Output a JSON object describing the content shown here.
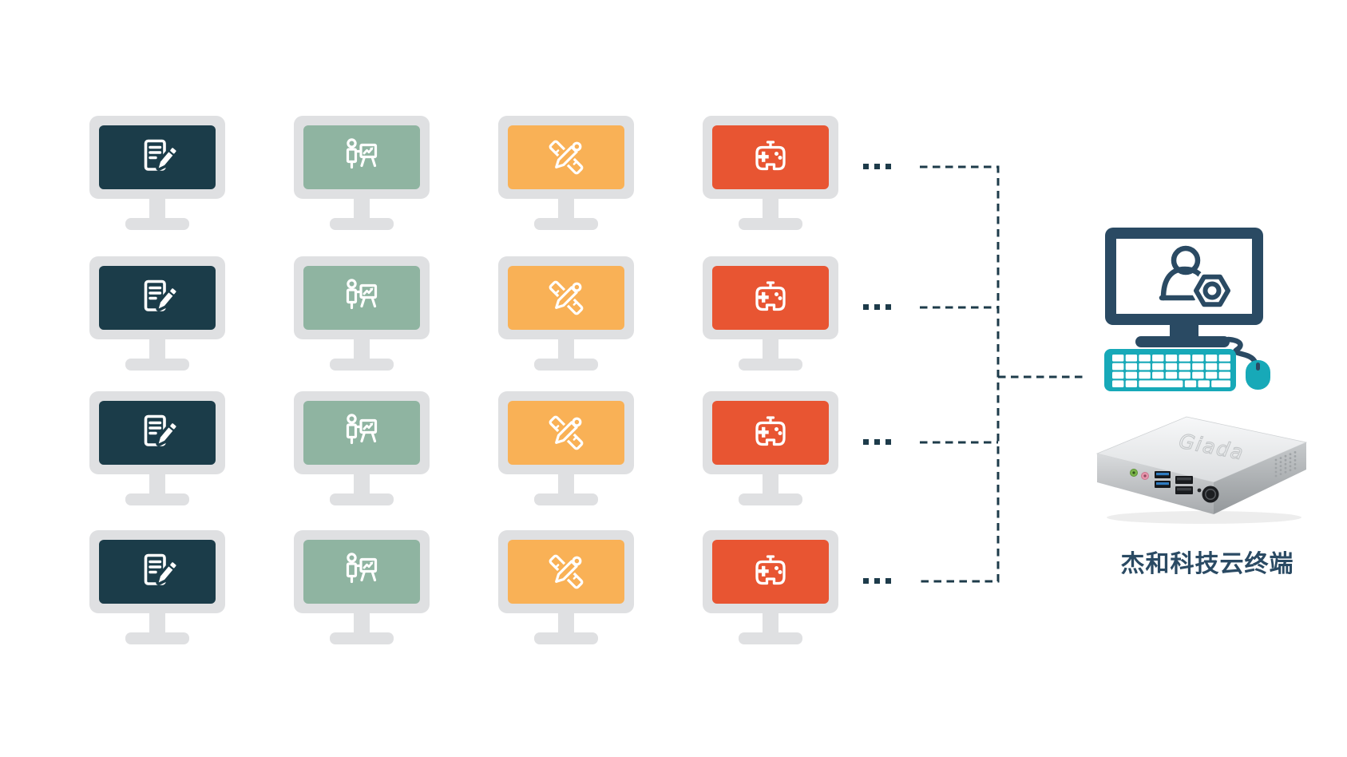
{
  "diagram": {
    "caption": "杰和科技云终端",
    "device_logo": "Giada",
    "rows": 4,
    "ellipsis_dot_count": 3,
    "columns": [
      {
        "name": "office-document-workstation",
        "icon": "document-edit-icon",
        "screen_color": "#1B3C49"
      },
      {
        "name": "presentation-workstation",
        "icon": "presentation-chart-icon",
        "screen_color": "#8FB4A1"
      },
      {
        "name": "design-workstation",
        "icon": "design-tools-icon",
        "screen_color": "#F9B156"
      },
      {
        "name": "gaming-workstation",
        "icon": "game-controller-icon",
        "screen_color": "#E85532"
      }
    ],
    "colors": {
      "monitor_frame": "#DFE0E2",
      "connector_line": "#1D3B4A",
      "terminal_navy": "#2A4A63",
      "terminal_teal": "#17A9B8",
      "caption_text": "#2A4A63",
      "background": "#FFFFFF"
    }
  }
}
